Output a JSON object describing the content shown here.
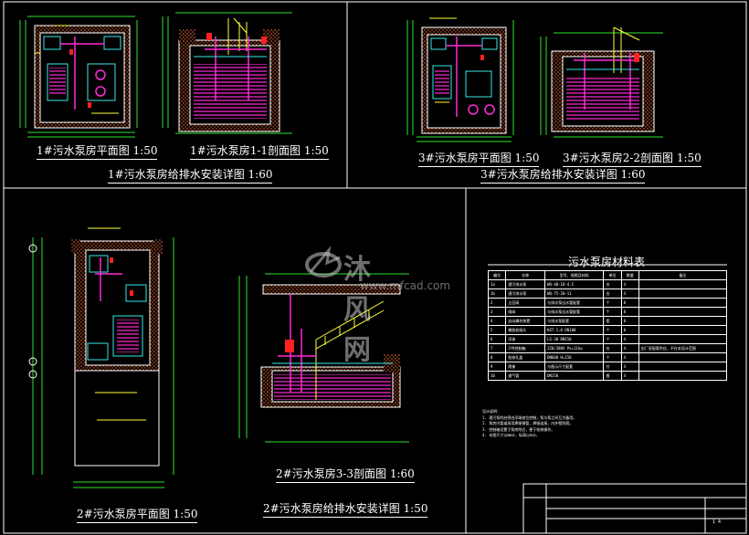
{
  "colors": {
    "background": "#000000",
    "frame": "#ffffff",
    "wall_hatch": "#c8542c",
    "pipe_magenta": "#ff2bd6",
    "dim_green": "#2ee52e",
    "cyan": "#38e8e8",
    "yellow": "#ffff33",
    "red": "#ff2020"
  },
  "panels": {
    "p1": {
      "plan_title": "1#污水泵房平面图",
      "plan_scale": "1:50",
      "section_title": "1#污水泵房1-1剖面图",
      "section_scale": "1:50",
      "detail_title": "1#污水泵房给排水安装详图",
      "detail_scale": "1:60"
    },
    "p3": {
      "plan_title": "3#污水泵房平面图",
      "plan_scale": "1:50",
      "section_title": "3#污水泵房2-2剖面图",
      "section_scale": "1:50",
      "detail_title": "3#污水泵房给排水安装详图",
      "detail_scale": "1:60"
    },
    "p2": {
      "plan_title": "2#污水泵房平面图",
      "plan_scale": "1:50",
      "section_title": "2#污水泵房3-3剖面图",
      "section_scale": "1:60",
      "detail_title": "2#污水泵房给排水安装详图",
      "detail_scale": "1:50"
    }
  },
  "materials": {
    "title": "污水泵房材料表",
    "headers": [
      "编号",
      "名称",
      "型号、规格及材料",
      "单位",
      "数量",
      "备注"
    ],
    "rows": [
      [
        "1a",
        "潜污排水泵",
        "WQ-40-18-4.5",
        "台",
        "4",
        ""
      ],
      [
        "1b",
        "潜污排水泵",
        "WQ-75-20-11",
        "台",
        "4",
        ""
      ],
      [
        "2",
        "止回阀",
        "与排水泵出水管配套",
        "个",
        "8",
        ""
      ],
      [
        "3",
        "闸阀",
        "与排水泵出水管配套",
        "个",
        "8",
        ""
      ],
      [
        "4",
        "自动耦合装置",
        "与排水泵配套",
        "套",
        "8",
        ""
      ],
      [
        "5",
        "橡胶软接头",
        "KXT-1.0 DN100",
        "个",
        "8",
        ""
      ],
      [
        "6",
        "浮球",
        "LS-30 DN150",
        "个",
        "4",
        ""
      ],
      [
        "7",
        "JYK控制箱",
        "220/380V Pe=11kw",
        "台",
        "4",
        "由厂家配套供应，不在本设计范围"
      ],
      [
        "8",
        "检修孔盖",
        "DN600 H=150",
        "个",
        "4",
        ""
      ],
      [
        "9",
        "爬梯",
        "与图示尺寸配套",
        "付",
        "4",
        ""
      ],
      [
        "10",
        "通气管",
        "DN150",
        "根",
        "4",
        ""
      ]
    ]
  },
  "notes": {
    "heading": "设计说明：",
    "items": [
      "1. 潜污泵的启停由浮球液位控制，泵与泵之间互为备用。",
      "2. 泵房内管道采用焊接钢管，焊接连接，内外壁防腐。",
      "3. 控制箱设置于泵房附近，便于检修操作。",
      "4. 本图尺寸以mm计，标高以m计。"
    ]
  },
  "watermark": {
    "text": "沐风网",
    "url": "www.mfcad.com"
  },
  "title_block": {
    "sheet": "1 4"
  }
}
